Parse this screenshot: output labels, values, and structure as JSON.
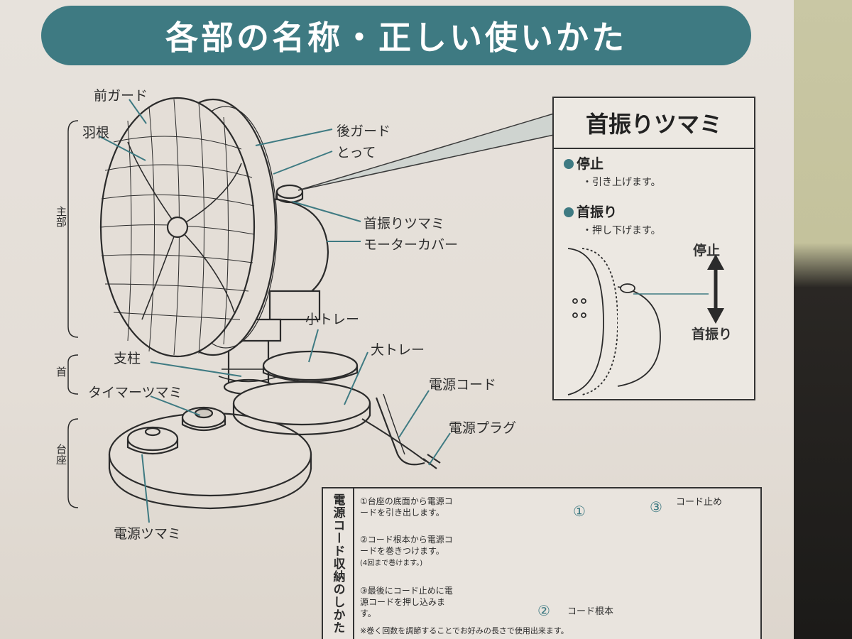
{
  "title": "各部の名称・正しい使いかた",
  "parts": {
    "front_guard": "前ガード",
    "blade": "羽根",
    "rear_guard": "後ガード",
    "handle": "とって",
    "oscillation_knob": "首振りツマミ",
    "motor_cover": "モーターカバー",
    "small_tray": "小トレー",
    "large_tray": "大トレー",
    "pillar": "支柱",
    "timer_knob": "タイマーツマミ",
    "power_cord": "電源コード",
    "power_plug": "電源プラグ",
    "power_knob": "電源ツマミ"
  },
  "sections": {
    "main": "主部",
    "neck": "首",
    "base": "台座"
  },
  "oscillation_box": {
    "title": "首振りツマミ",
    "stop_heading": "停止",
    "stop_desc": "・引き上げます。",
    "osc_heading": "首振り",
    "osc_desc": "・押し下げます。",
    "arrow_top": "停止",
    "arrow_bottom": "首振り"
  },
  "cord_box": {
    "title": "電源コード収納のしかた",
    "step1": "①台座の底面から電源コードを引き出します。",
    "step2": "②コード根本から電源コードを巻きつけます。",
    "step2_note": "(4回まで巻けます。)",
    "step3": "③最後にコード止めに電源コードを押し込みます。",
    "note": "※巻く回数を調節することでお好みの長さで使用出来ます。",
    "num1": "①",
    "num2": "②",
    "num3": "③",
    "cord_stop": "コード止め",
    "cord_root": "コード根本"
  },
  "colors": {
    "accent": "#3e7a82",
    "paper": "#e7e2dc",
    "ink": "#2b2b2b"
  }
}
